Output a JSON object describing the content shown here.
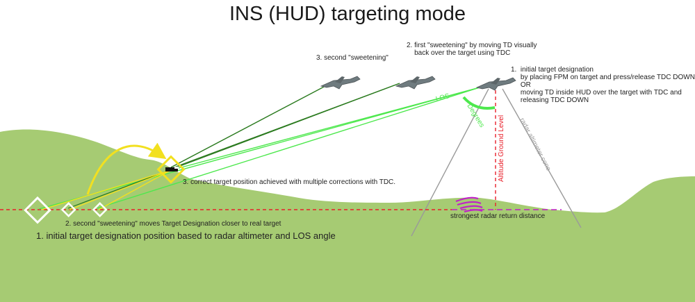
{
  "title": "INS (HUD) targeting mode",
  "labels": {
    "second_sweetening_top": "3. second \"sweetening\"",
    "first_sweetening": "2. first \"sweetening\" by moving TD visually\n    back over the target using TDC",
    "initial_designation": "1.  initial target designation\n     by placing FPM on target and press/release TDC DOWN\n     OR\n     moving TD inside HUD over the target with TDC and\n     releasing TDC DOWN",
    "los": "LOS",
    "degrees": "Degrees",
    "altitude_ground_level": "Altitude Ground Level",
    "radar_cone": "radar altimeter cone",
    "correct_position": "3. correct target position achieved with multiple corrections with TDC.",
    "second_sweetening_bottom": "2. second \"sweetening\" moves Target Designation closer to real target",
    "strongest_return": "strongest radar return distance",
    "initial_position": "1. initial target designation position based to radar altimeter and LOS angle"
  },
  "colors": {
    "ground": "#a6cb73",
    "dark_green_line": "#2a7a1e",
    "bright_green_line": "#4de84d",
    "marker_yellow": "#f2e020",
    "red_dashed": "#e8202a",
    "magenta": "#c020c8",
    "cone_gray": "#9a9a9a"
  },
  "icons": [
    "aircraft-icon",
    "diamond-marker-icon",
    "curved-arrow-icon",
    "radar-arc-icon"
  ]
}
